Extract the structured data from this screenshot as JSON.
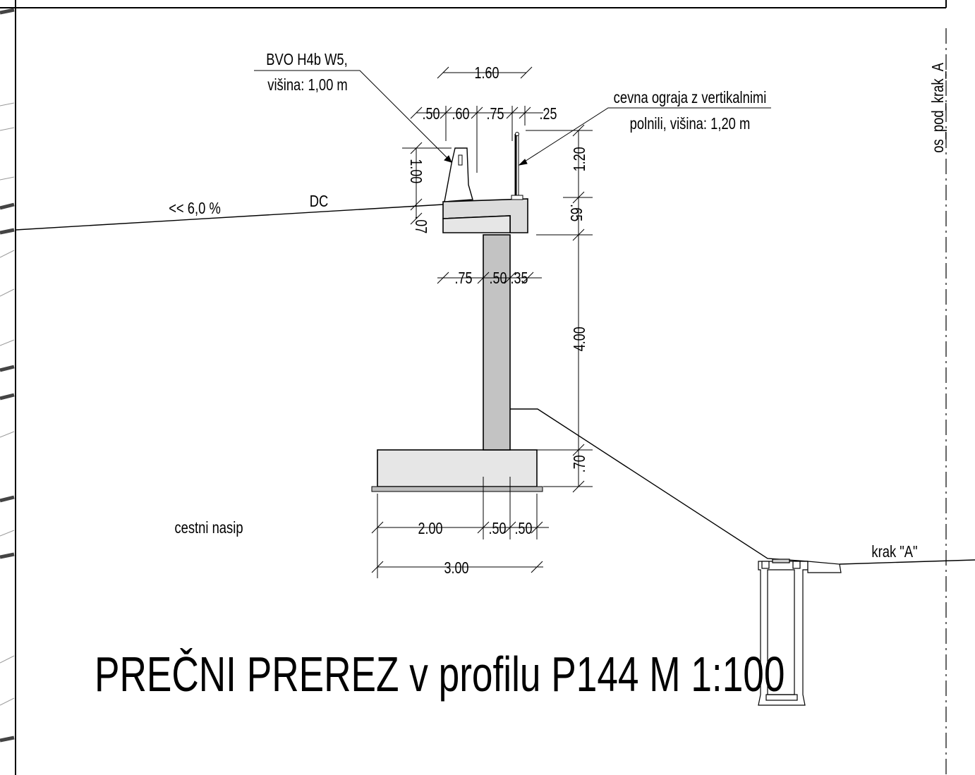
{
  "title": "PREČNI PREREZ  v profilu P144   M 1:100",
  "colors": {
    "concrete_light": "#e6e6e6",
    "concrete_dark": "#c3c3c3",
    "line": "#000000"
  },
  "labels": {
    "barrier_note_line1": "BVO H4b W5,",
    "barrier_note_line2": "višina: 1,00 m",
    "railing_note_line1": "cevna ograja z vertikalnimi",
    "railing_note_line2": "polnili,  višina: 1,20 m",
    "slope": "<< 6,0 %",
    "road_code": "DC",
    "embankment": "cestni nasip",
    "axis_name": "os_pod_krak_A",
    "branch_name": "krak \"A\""
  },
  "dimensions": {
    "top_width": "1.60",
    "top_seg_1": ".50",
    "top_seg_2": ".60",
    "top_seg_3": ".75",
    "top_seg_4": ".25",
    "barrier_height": "1.00",
    "cap_offset": ".07",
    "railing_height": "1.20",
    "cap_height": ".65",
    "wall_seg_1": ".75",
    "wall_seg_2": ".50",
    "wall_seg_3": ".35",
    "wall_height": "4.00",
    "footing_height": ".70",
    "footing_seg_1": "2.00",
    "footing_seg_2": ".50",
    "footing_seg_3": ".50",
    "footing_width": "3.00"
  }
}
